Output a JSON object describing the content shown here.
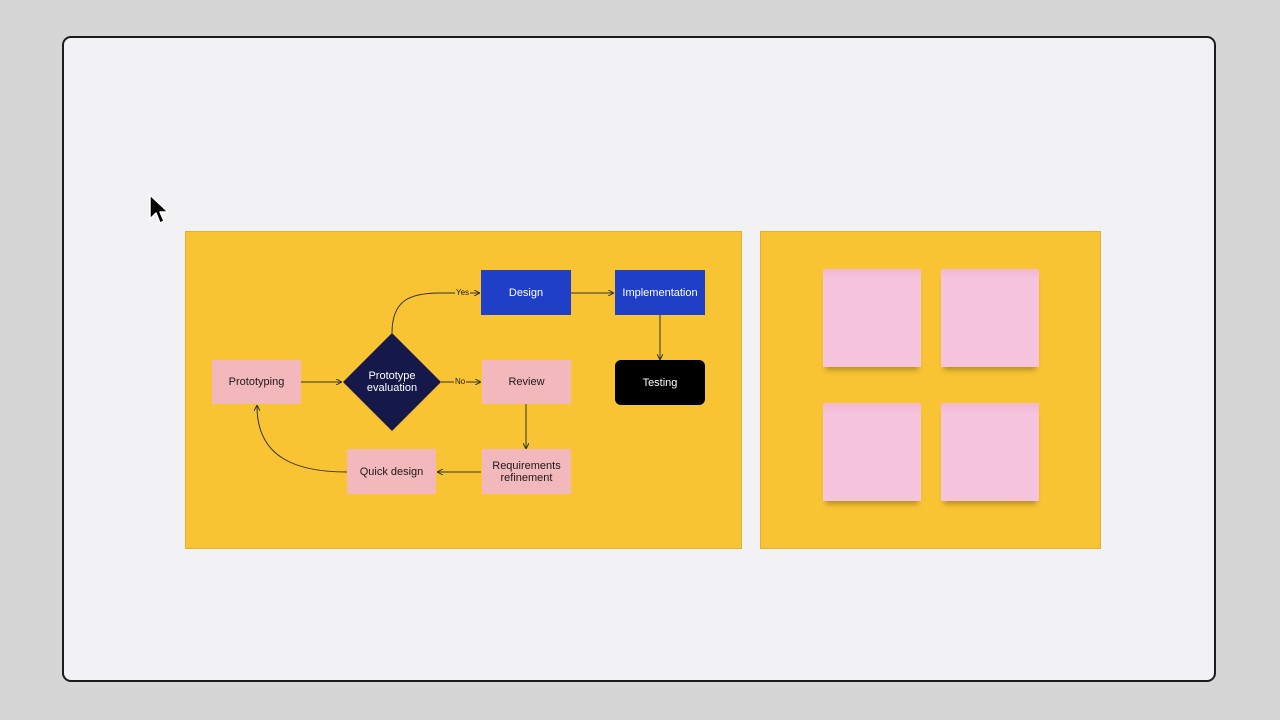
{
  "flowchart": {
    "nodes": {
      "prototyping": "Prototyping",
      "prototype_evaluation": "Prototype\nevaluation",
      "design": "Design",
      "implementation": "Implementation",
      "review": "Review",
      "testing": "Testing",
      "requirements_refinement": "Requirements\nrefinement",
      "quick_design": "Quick design"
    },
    "edge_labels": {
      "yes": "Yes",
      "no": "No"
    }
  },
  "sticky_notes": {
    "count": 4
  },
  "colors": {
    "canvas": "#f2f2f4",
    "frame": "#f8c433",
    "pink_node": "#f3b8bb",
    "blue_node": "#1f3fc6",
    "diamond": "#15194a",
    "sticky": "#f6c4dc"
  },
  "icons": {
    "cursor": "mouse-pointer-icon"
  }
}
